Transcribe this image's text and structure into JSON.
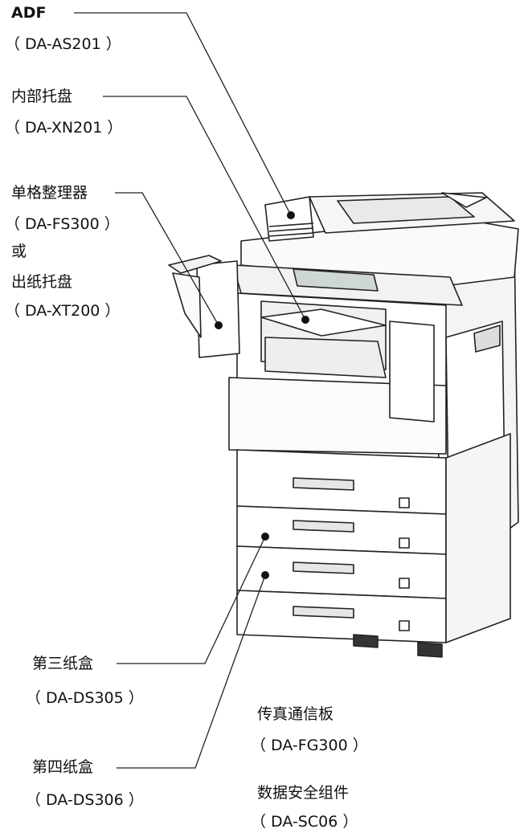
{
  "labels": {
    "adf": {
      "name": "ADF",
      "model": "（ DA-AS201 ）"
    },
    "inner_tray": {
      "name": "内部托盘",
      "model": "（ DA-XN201 ）"
    },
    "finisher": {
      "name": "单格整理器",
      "model": "（ DA-FS300 ）",
      "or": "或"
    },
    "exit_tray": {
      "name": "出纸托盘",
      "model": "（ DA-XT200 ）"
    },
    "cassette3": {
      "name": "第三纸盒",
      "model": "（ DA-DS305 ）"
    },
    "cassette4": {
      "name": "第四纸盒",
      "model": "（ DA-DS306 ）"
    },
    "fax_board": {
      "name": "传真通信板",
      "model": "（ DA-FG300 ）"
    },
    "security_kit": {
      "name": "数据安全组件",
      "model": "（ DA-SC06 ）"
    }
  }
}
